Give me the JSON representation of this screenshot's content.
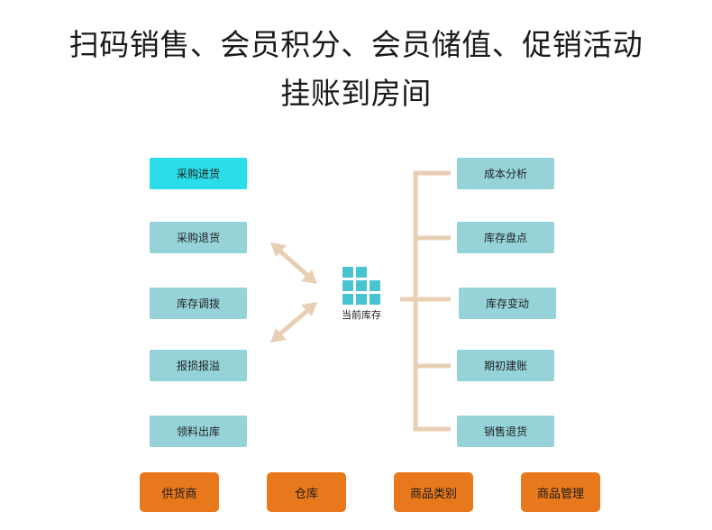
{
  "title": {
    "line1": "扫码销售、会员积分、会员储值、促销活动",
    "line2": "挂账到房间"
  },
  "left_items": [
    "采购进货",
    "采购退货",
    "库存调拨",
    "报损报溢",
    "领料出库"
  ],
  "center": {
    "label": "当前库存",
    "icon": "inventory-grid-icon"
  },
  "right_items": [
    "成本分析",
    "库存盘点",
    "库存变动",
    "期初建账",
    "销售退货"
  ],
  "bottom_items": [
    "供货商",
    "仓库",
    "商品类别",
    "商品管理"
  ],
  "colors": {
    "teal": "#95d3d9",
    "cyan_highlight": "#2adde9",
    "orange": "#e7781c",
    "connector": "#e8cfb4",
    "icon": "#49c3cf"
  }
}
